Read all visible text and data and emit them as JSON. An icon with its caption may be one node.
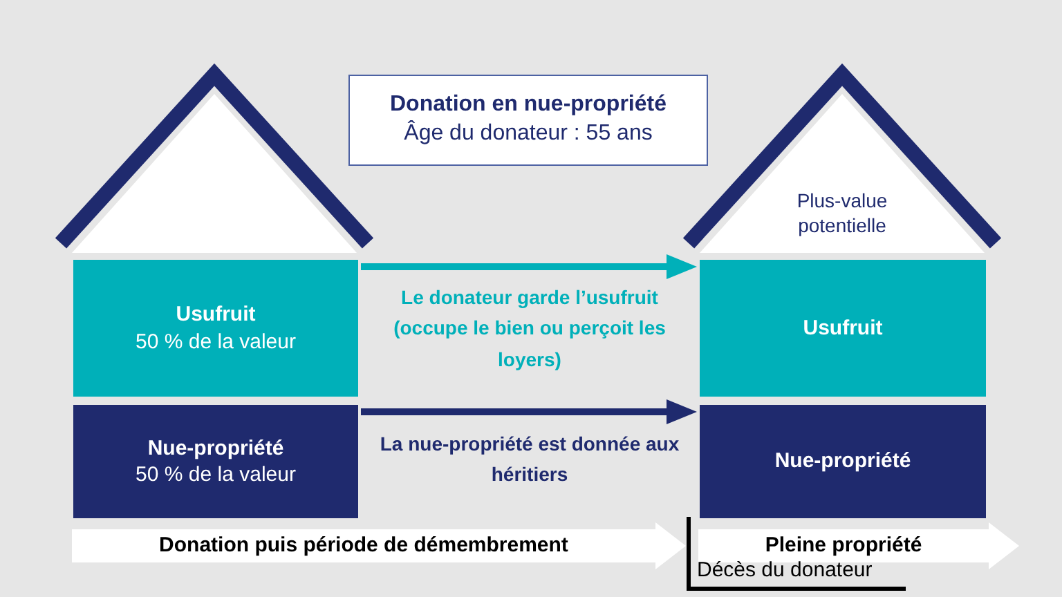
{
  "diagram": {
    "nodes": [
      {
        "text": [
          "Donation en nue-propriété",
          "Âge du donateur : 55 ans"
        ]
      },
      {
        "text": [],
        "shape": "triangle"
      },
      {
        "text": [
          "Plus-value potentielle"
        ]
      },
      {
        "text": [
          "Usufruit",
          "50 % de la valeur"
        ]
      },
      {
        "text": [
          "Usufruit"
        ]
      },
      {
        "text": [
          "Nue-propriété",
          "50 % de la valeur"
        ]
      },
      {
        "text": [
          "Nue-propriété"
        ]
      },
      {
        "text": [
          "Donation puis période de démembrement"
        ]
      },
      {
        "text": [
          "Pleine propriété"
        ]
      }
    ],
    "edges": [
      {
        "from": 3,
        "to": 4,
        "arrow": "to",
        "label": "Le donateur garde l’usufruit (occupe le bien ou perçoit les loyers)",
        "color": "#00b0b9"
      },
      {
        "from": 5,
        "to": 6,
        "arrow": "to",
        "label": "La nue-propriété est donnée aux héritiers",
        "color": "#1f2a6e"
      }
    ],
    "labels": [
      "Décès du donateur"
    ]
  }
}
